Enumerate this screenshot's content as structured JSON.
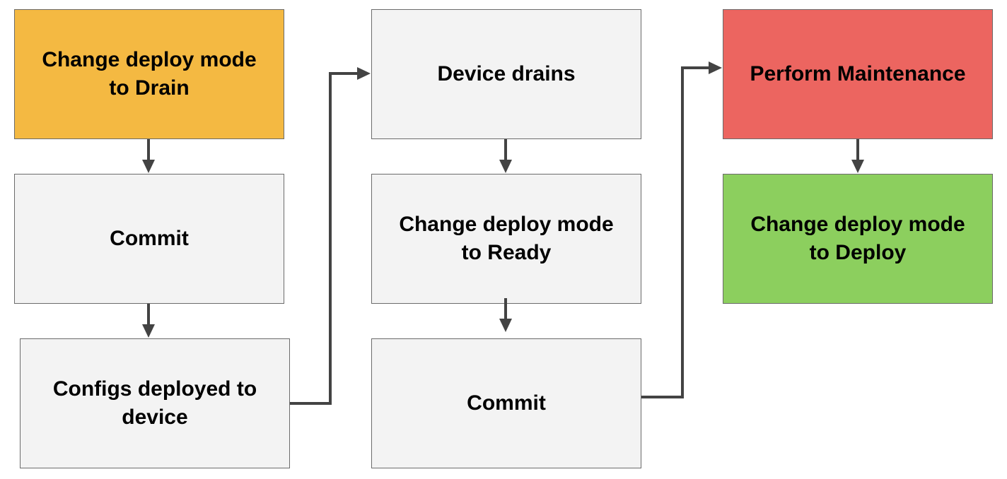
{
  "nodes": {
    "drain_mode": {
      "label": "Change deploy mode\nto Drain",
      "color": "#f4b942"
    },
    "commit_1": {
      "label": "Commit",
      "color": "#f3f3f3"
    },
    "configs": {
      "label": "Configs deployed to\ndevice",
      "color": "#f3f3f3"
    },
    "device_drains": {
      "label": "Device drains",
      "color": "#f3f3f3"
    },
    "ready_mode": {
      "label": "Change deploy mode\nto Ready",
      "color": "#f3f3f3"
    },
    "commit_2": {
      "label": "Commit",
      "color": "#f3f3f3"
    },
    "maintenance": {
      "label": "Perform Maintenance",
      "color": "#ec6560"
    },
    "deploy_mode": {
      "label": "Change deploy mode\nto Deploy",
      "color": "#8ccf5e"
    }
  },
  "colors": {
    "connector": "#434343",
    "border": "#6b6b6b"
  }
}
